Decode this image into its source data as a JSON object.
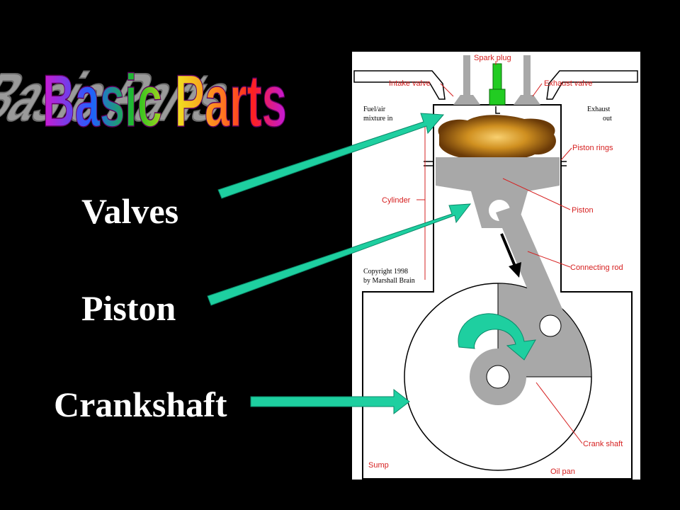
{
  "title": "Basic Parts",
  "labels": {
    "valves": "Valves",
    "piston": "Piston",
    "crankshaft": "Crankshaft"
  },
  "diagram": {
    "spark_plug": "Spark plug",
    "intake_valve": "Intake valve",
    "exhaust_valve": "Exhaust valve",
    "fuel_air_1": "Fuel/air",
    "fuel_air_2": "mixture in",
    "exhaust_1": "Exhaust",
    "exhaust_2": "out",
    "piston_rings": "Piston rings",
    "cylinder": "Cylinder",
    "piston": "Piston",
    "connecting_rod": "Connecting rod",
    "copyright_1": "Copyright 1998",
    "copyright_2": "by Marshall Brain",
    "crank_shaft": "Crank shaft",
    "sump": "Sump",
    "oil_pan": "Oil pan"
  },
  "colors": {
    "arrow": "#1ecfa0",
    "part_gray": "#a8a8a8",
    "spark_green": "#22cc22",
    "label_red": "#d62020"
  }
}
